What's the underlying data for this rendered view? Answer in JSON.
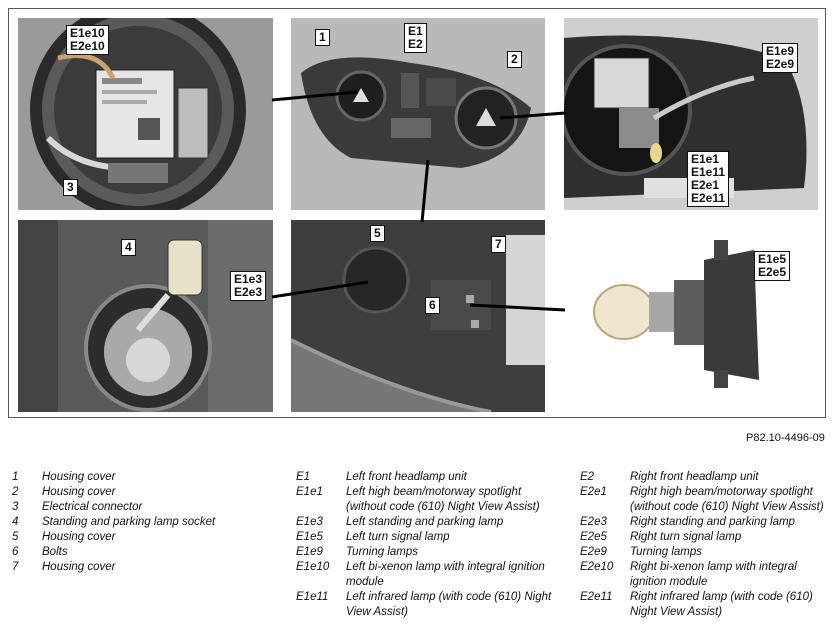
{
  "figure_id": "P82.10-4496-09",
  "callouts": {
    "c1": "1",
    "c2": "2",
    "c3": "3",
    "c4": "4",
    "c5": "5",
    "c6": "6",
    "c7": "7",
    "e1e2_top": "E1",
    "e1e2_bot": "E2",
    "e1e10_top": "E1e10",
    "e1e10_bot": "E2e10",
    "e1e9_top": "E1e9",
    "e1e9_bot": "E2e9",
    "e1e3_top": "E1e3",
    "e1e3_bot": "E2e3",
    "e1e5_top": "E1e5",
    "e1e5_bot": "E2e5",
    "multi_1": "E1e1",
    "multi_2": "E1e11",
    "multi_3": "E2e1",
    "multi_4": "E2e11"
  },
  "legend_numbers": [
    {
      "key": "1",
      "text": "Housing cover"
    },
    {
      "key": "2",
      "text": "Housing cover"
    },
    {
      "key": "3",
      "text": "Electrical connector"
    },
    {
      "key": "4",
      "text": "Standing and parking lamp socket"
    },
    {
      "key": "5",
      "text": "Housing cover"
    },
    {
      "key": "6",
      "text": "Bolts"
    },
    {
      "key": "7",
      "text": "Housing cover"
    }
  ],
  "legend_left": [
    {
      "key": "E1",
      "text": "Left front headlamp unit"
    },
    {
      "key": "E1e1",
      "text": "Left high beam/motorway spotlight (without code (610) Night View Assist)"
    },
    {
      "key": "E1e3",
      "text": "Left standing and parking lamp"
    },
    {
      "key": "E1e5",
      "text": "Left turn signal lamp"
    },
    {
      "key": "E1e9",
      "text": "Turning lamps"
    },
    {
      "key": "E1e10",
      "text": "Left bi-xenon lamp with integral ignition module"
    },
    {
      "key": "E1e11",
      "text": "Left infrared lamp (with code (610) Night View Assist)"
    }
  ],
  "legend_right": [
    {
      "key": "E2",
      "text": "Right front headlamp unit"
    },
    {
      "key": "E2e1",
      "text": "Right high beam/motorway spotlight (without code (610) Night View Assist)"
    },
    {
      "key": "E2e3",
      "text": "Right standing and parking lamp"
    },
    {
      "key": "E2e5",
      "text": "Right turn signal lamp"
    },
    {
      "key": "E2e9",
      "text": "Turning lamps"
    },
    {
      "key": "E2e10",
      "text": "Right bi-xenon lamp with integral ignition module"
    },
    {
      "key": "E2e11",
      "text": "Right infrared lamp (with code (610) Night View Assist)"
    }
  ]
}
